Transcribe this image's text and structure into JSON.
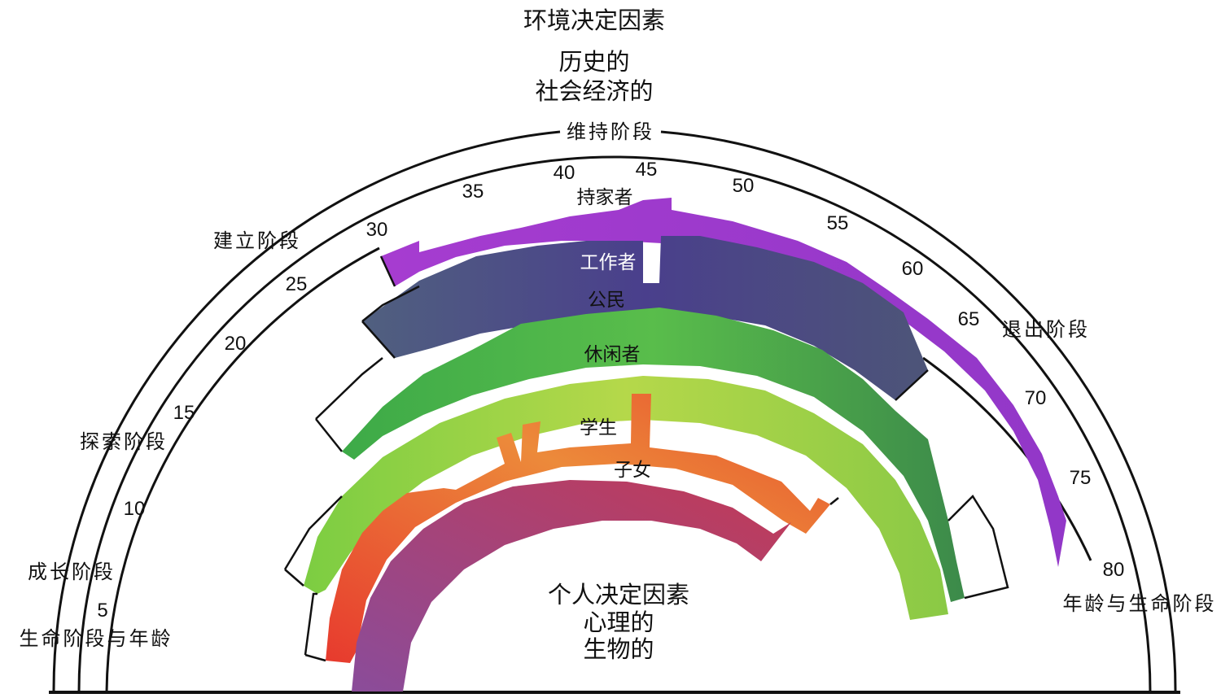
{
  "header": {
    "title": "环境决定因素",
    "line1": "历史的",
    "line2": "社会经济的"
  },
  "center": {
    "title": "个人决定因素",
    "line1": "心理的",
    "line2": "生物的"
  },
  "stages": {
    "maintenance": "维持阶段",
    "establishment": "建立阶段",
    "exploration": "探索阶段",
    "growth": "成长阶段",
    "decline": "退出阶段"
  },
  "axis_labels": {
    "left": "生命阶段与年龄",
    "right": "年龄与生命阶段"
  },
  "ages": [
    "5",
    "10",
    "15",
    "20",
    "25",
    "30",
    "35",
    "40",
    "45",
    "50",
    "55",
    "60",
    "65",
    "70",
    "75",
    "80"
  ],
  "roles": [
    {
      "name": "持家者",
      "color": "#9b3fc9"
    },
    {
      "name": "工作者",
      "color": "#4d4c8c"
    },
    {
      "name": "公民",
      "color": "#4fb84a"
    },
    {
      "name": "休闲者",
      "color": "#a6d34a"
    },
    {
      "name": "学生",
      "color": "#ec7a3a"
    },
    {
      "name": "子女",
      "color": "#b0407a"
    }
  ]
}
